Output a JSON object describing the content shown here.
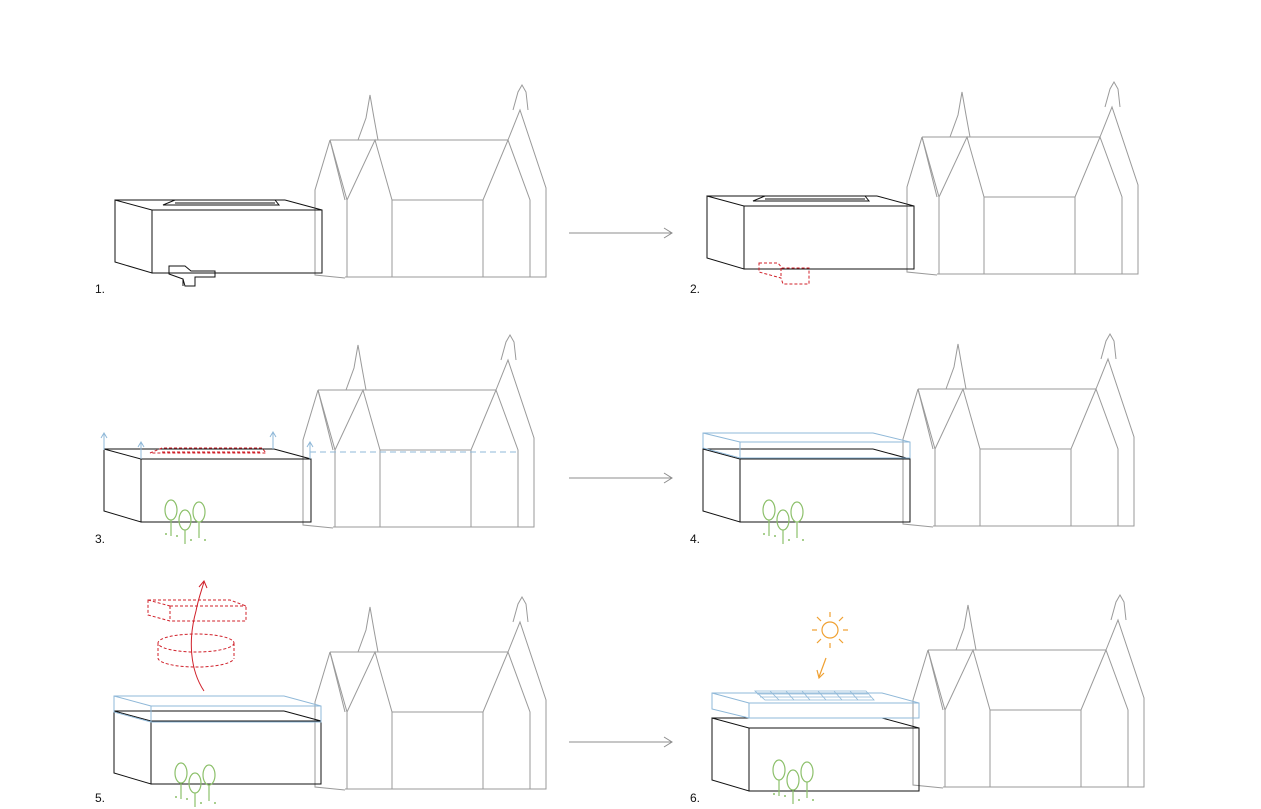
{
  "steps": [
    {
      "label": "1."
    },
    {
      "label": "2."
    },
    {
      "label": "3."
    },
    {
      "label": "4."
    },
    {
      "label": "5."
    },
    {
      "label": "6."
    }
  ],
  "colors": {
    "existing": "#111111",
    "church": "#9a9a9a",
    "arrow": "#8c8c8c",
    "removed": "#d0202a",
    "new_floor": "#8fb8d8",
    "trees": "#8cc06a",
    "sun": "#f0a030"
  },
  "icons": [
    "arrow-right-icon",
    "tree-icon",
    "sun-icon",
    "up-arrow-icon",
    "solar-panel-icon"
  ]
}
